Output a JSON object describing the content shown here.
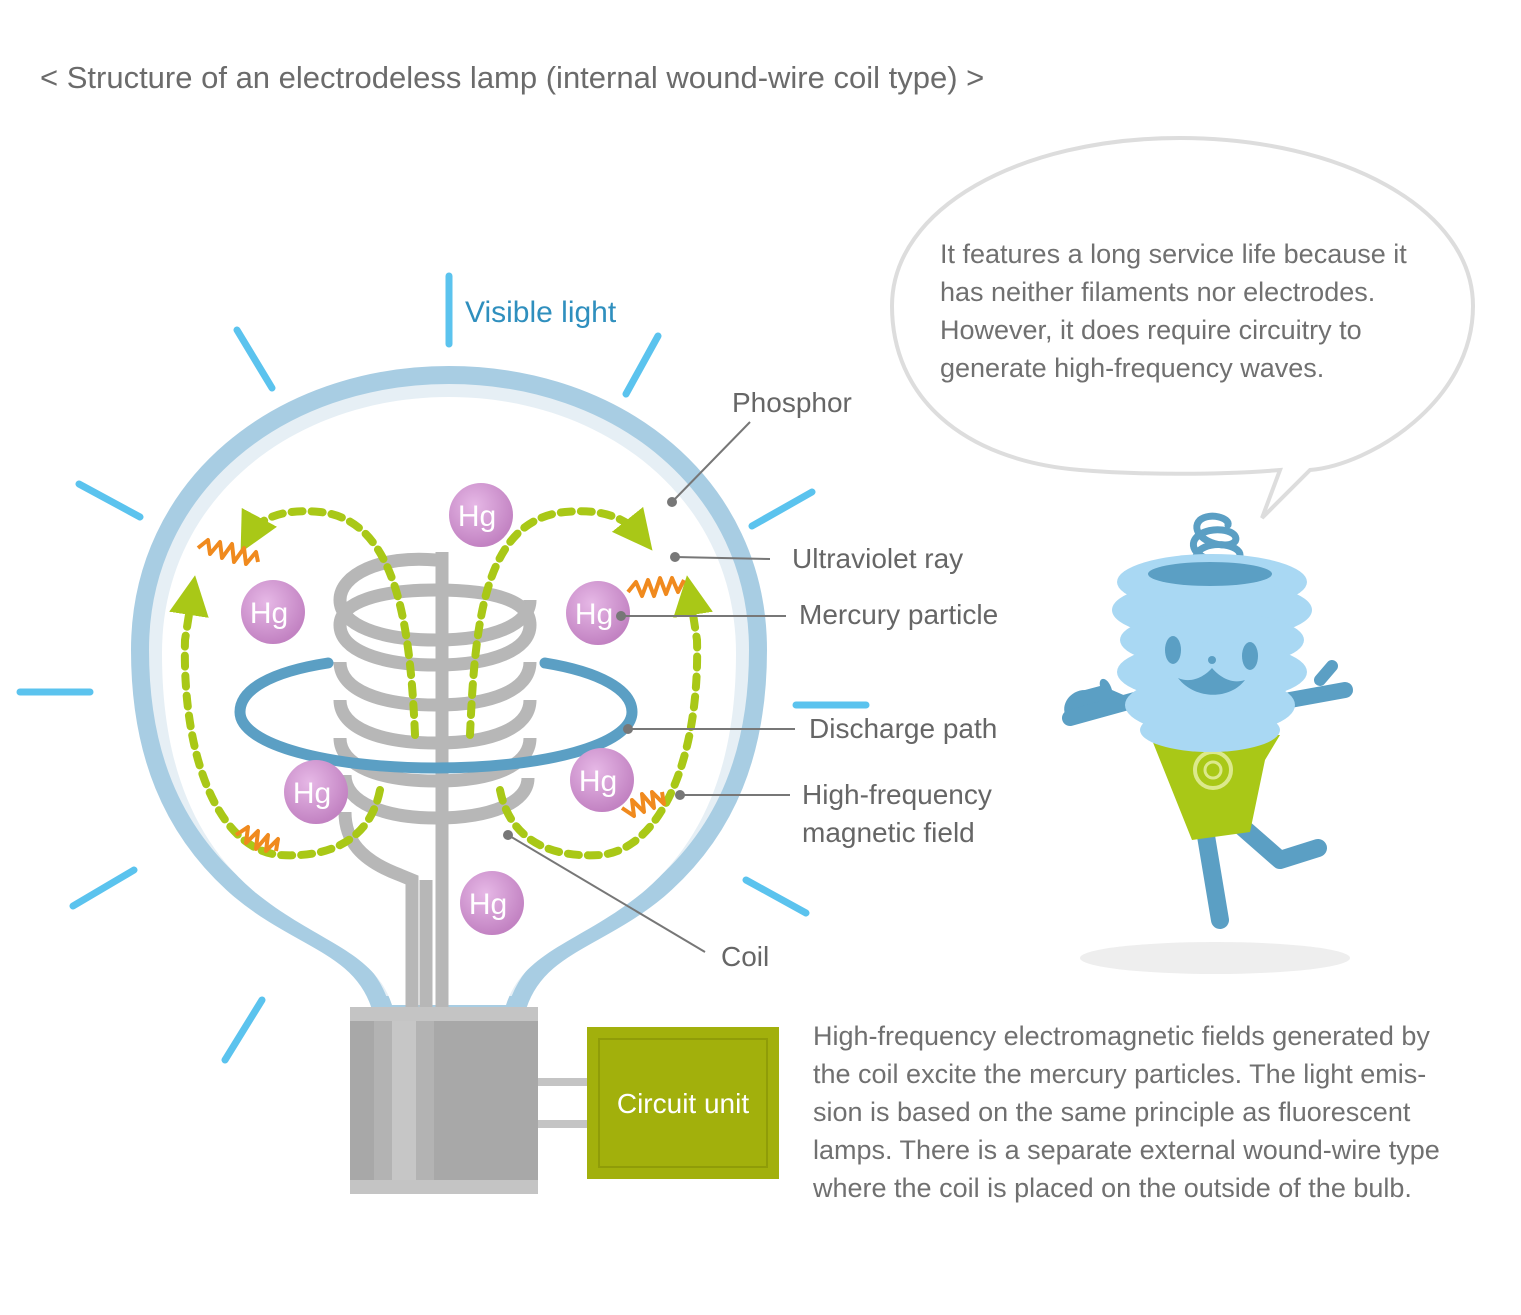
{
  "title": "< Structure of an electrodeless lamp (internal wound-wire coil type) >",
  "labels": {
    "visible_light": "Visible light",
    "phosphor": "Phosphor",
    "ultraviolet_ray": "Ultraviolet ray",
    "mercury_particle": "Mercury particle",
    "discharge_path": "Discharge path",
    "hf_field_line1": "High-frequency",
    "hf_field_line2": "magnetic field",
    "coil": "Coil",
    "circuit_unit": "Circuit unit",
    "hg": "Hg"
  },
  "speech_bubble": {
    "lines": [
      "It features a long service life because it",
      "has neither filaments nor electrodes.",
      "However, it does require circuitry to",
      "generate high-frequency waves."
    ]
  },
  "description": {
    "lines": [
      "High-frequency electromagnetic fields generated by",
      "the coil excite the mercury particles. The light emis-",
      "sion is based on the same principle as fluorescent",
      "lamps. There is a separate external wound-wire type",
      "where the coil is placed on the outside of the bulb."
    ]
  },
  "colors": {
    "visible_light": "#5bc3ee",
    "bulb_glass": "#a8cde3",
    "field_line": "#a9c817",
    "uv_wave": "#f08a1e",
    "mercury": "#c98bc9",
    "discharge_path": "#5b9fc4",
    "coil": "#b7b7b7",
    "circuit_unit": "#a2b00c",
    "character_body": "#a9d8f3",
    "character_shirt": "#a9c817"
  }
}
